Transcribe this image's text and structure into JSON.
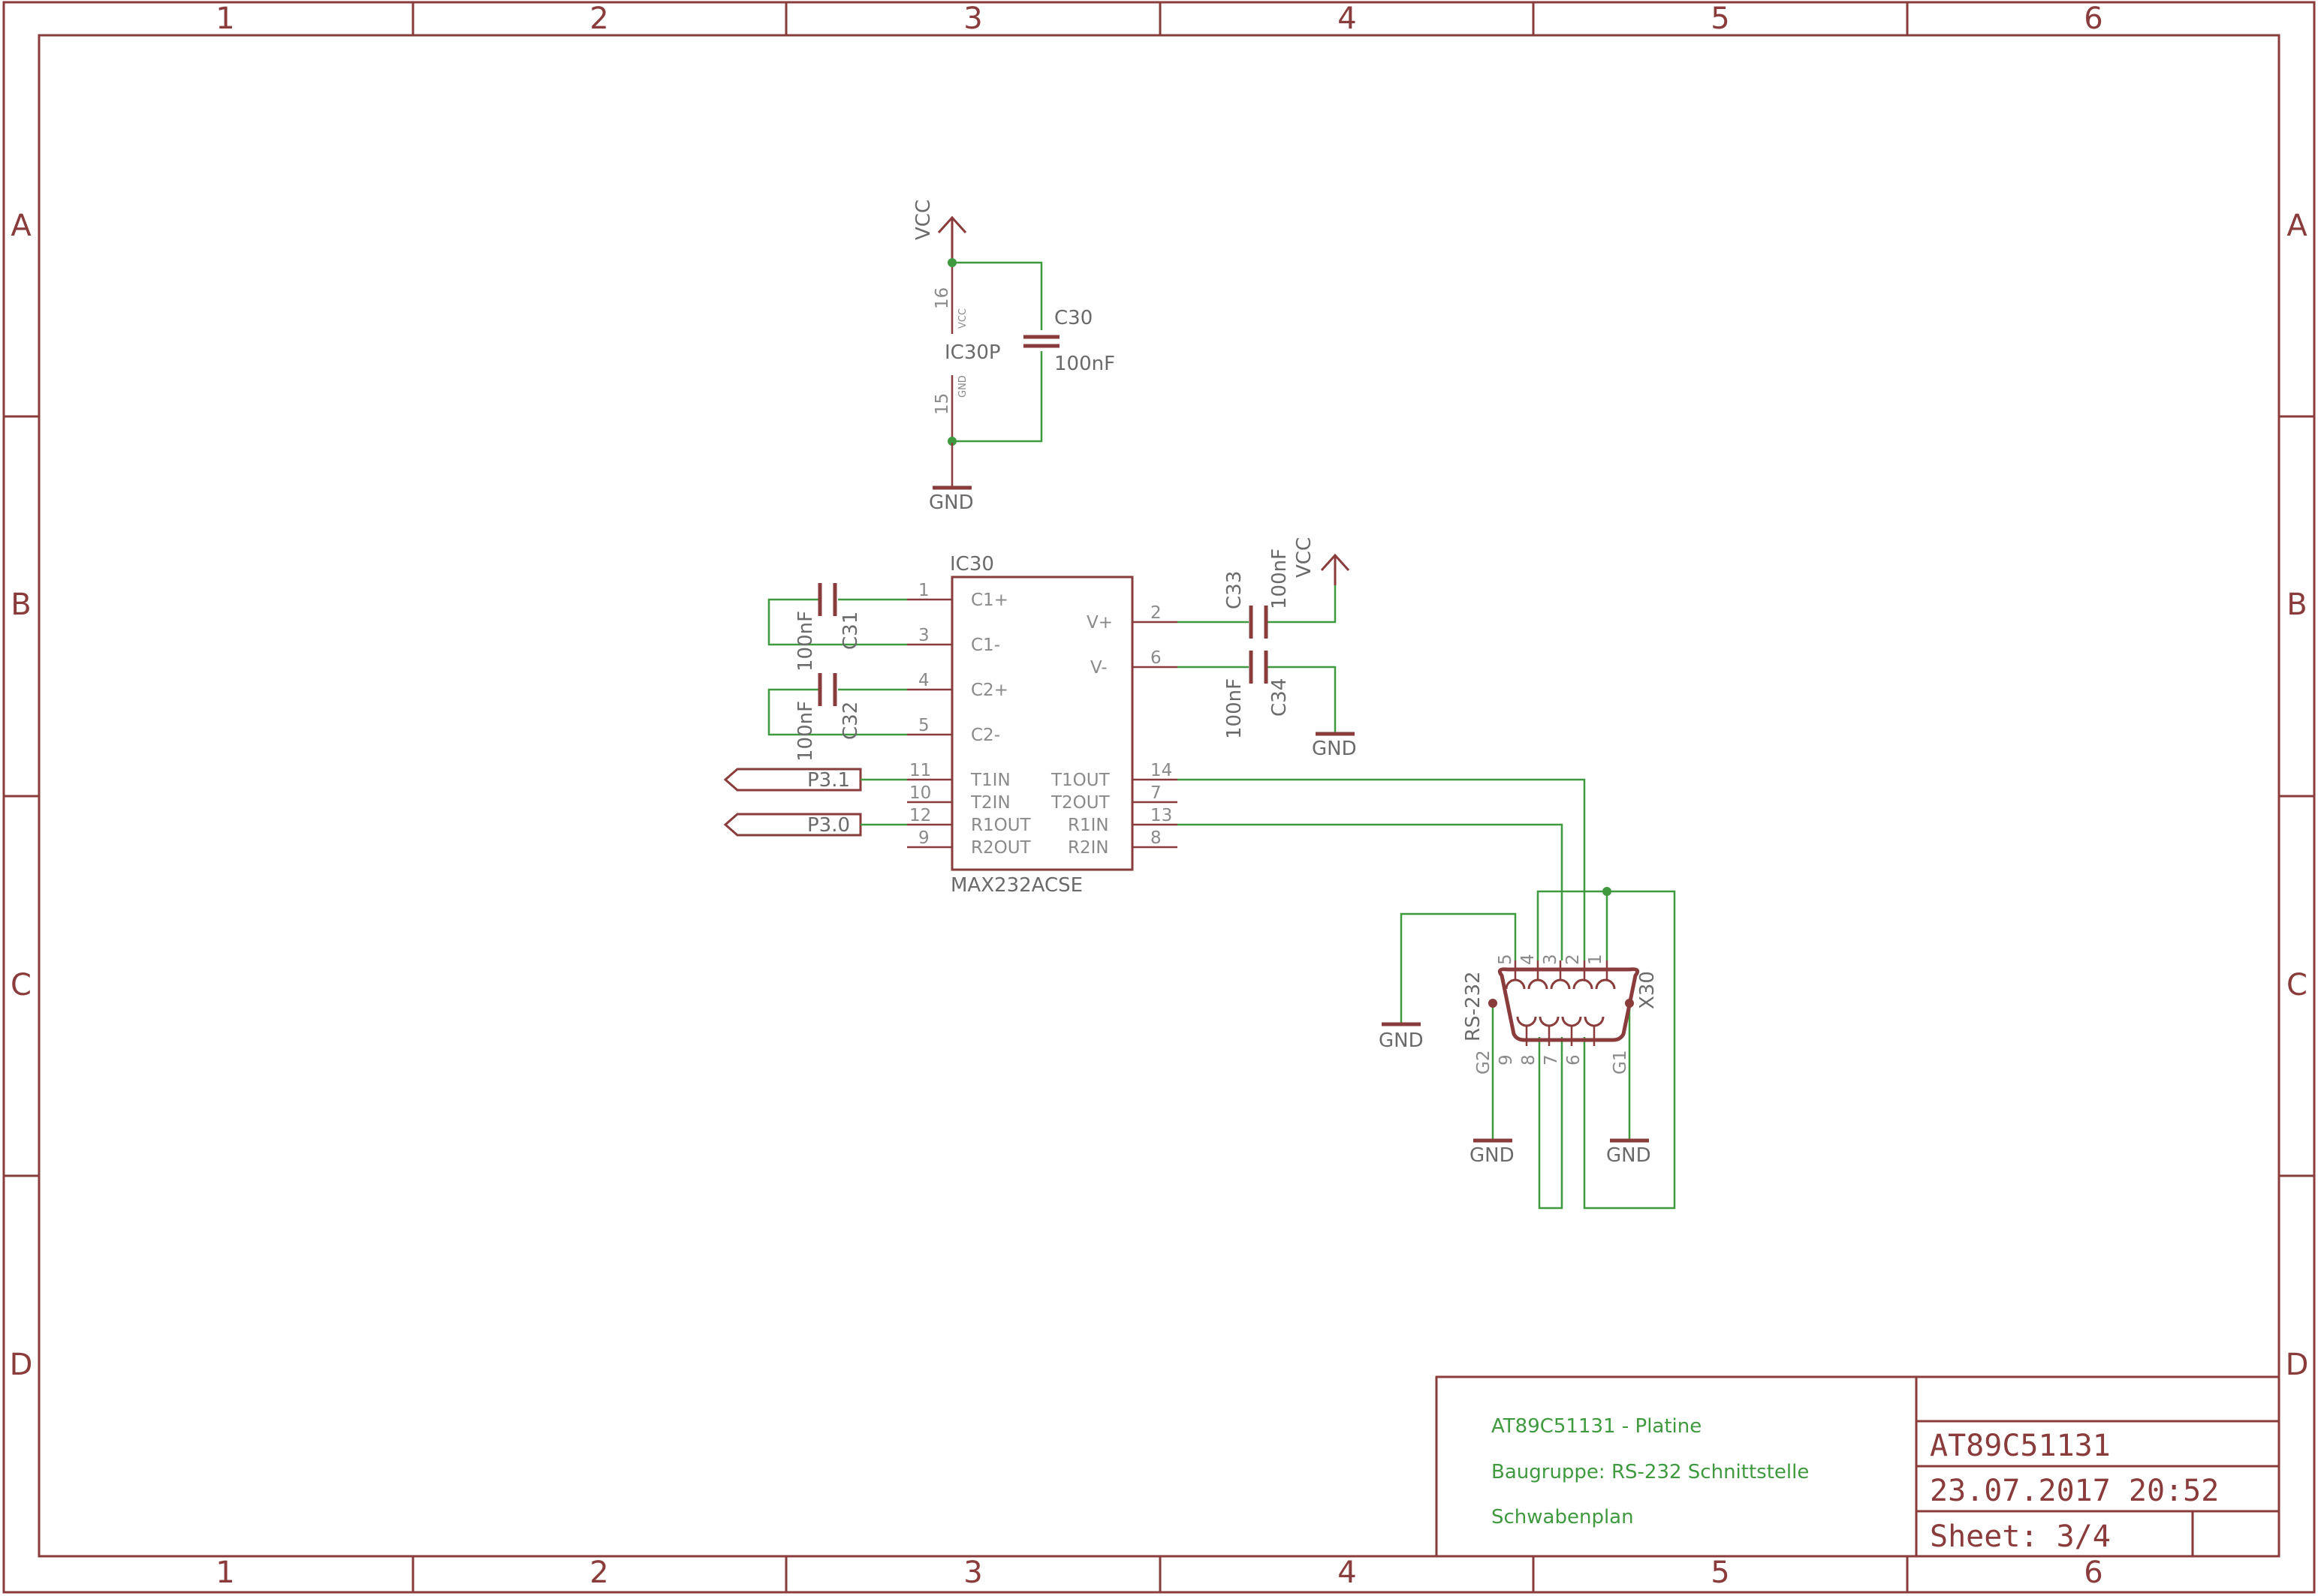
{
  "frame": {
    "columns": [
      "1",
      "2",
      "3",
      "4",
      "5",
      "6"
    ],
    "rows": [
      "A",
      "B",
      "C",
      "D"
    ]
  },
  "decoupling": {
    "supply": "VCC",
    "ground": "GND",
    "part": "IC30P",
    "pin_vcc_num": "16",
    "pin_vcc_name": "VCC",
    "pin_gnd_num": "15",
    "pin_gnd_name": "GND",
    "cap_name": "C30",
    "cap_value": "100nF"
  },
  "ic": {
    "name": "IC30",
    "value": "MAX232ACSE",
    "left_pins": [
      {
        "num": "1",
        "name": "C1+"
      },
      {
        "num": "3",
        "name": "C1-"
      },
      {
        "num": "4",
        "name": "C2+"
      },
      {
        "num": "5",
        "name": "C2-"
      },
      {
        "num": "11",
        "name": "T1IN"
      },
      {
        "num": "10",
        "name": "T2IN"
      },
      {
        "num": "12",
        "name": "R1OUT"
      },
      {
        "num": "9",
        "name": "R2OUT"
      }
    ],
    "right_pins": [
      {
        "num": "2",
        "name": "V+"
      },
      {
        "num": "6",
        "name": "V-"
      },
      {
        "num": "14",
        "name": "T1OUT"
      },
      {
        "num": "7",
        "name": "T2OUT"
      },
      {
        "num": "13",
        "name": "R1IN"
      },
      {
        "num": "8",
        "name": "R2IN"
      }
    ]
  },
  "caps": {
    "c31": {
      "name": "C31",
      "value": "100nF"
    },
    "c32": {
      "name": "C32",
      "value": "100nF"
    },
    "c33": {
      "name": "C33",
      "value": "100nF"
    },
    "c34": {
      "name": "C34",
      "value": "100nF"
    }
  },
  "supplies": {
    "vcc": "VCC",
    "gnd": "GND"
  },
  "ports": {
    "p31": "P3.1",
    "p30": "P3.0"
  },
  "connector": {
    "name": "X30",
    "value": "RS-232",
    "top_pins": [
      "5",
      "4",
      "3",
      "2",
      "1"
    ],
    "bottom_pins": [
      "9",
      "8",
      "7",
      "6"
    ],
    "g1": "G1",
    "g2": "G2",
    "gnd_left": "GND",
    "gnd_g2": "GND",
    "gnd_g1": "GND"
  },
  "title_block": {
    "line1": "AT89C51131 - Platine",
    "line2": "Baugruppe: RS-232 Schnittstelle",
    "line3": "Schwabenplan",
    "project": "AT89C51131",
    "date": "23.07.2017  20:52",
    "sheet": "Sheet: 3/4"
  }
}
